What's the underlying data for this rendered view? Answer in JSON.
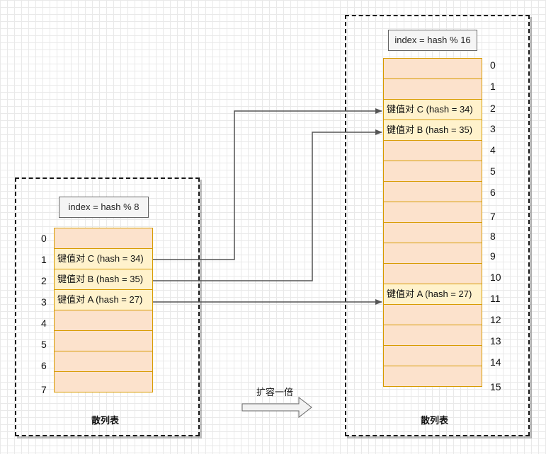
{
  "left": {
    "formula": "index = hash % 8",
    "caption": "散列表",
    "rows": [
      {
        "index": "0",
        "label": ""
      },
      {
        "index": "1",
        "label": "键值对 C (hash = 34)"
      },
      {
        "index": "2",
        "label": "键值对 B (hash = 35)"
      },
      {
        "index": "3",
        "label": "键值对 A (hash = 27)"
      },
      {
        "index": "4",
        "label": ""
      },
      {
        "index": "5",
        "label": ""
      },
      {
        "index": "6",
        "label": ""
      },
      {
        "index": "7",
        "label": ""
      }
    ]
  },
  "right": {
    "formula": "index = hash % 16",
    "caption": "散列表",
    "rows": [
      {
        "index": "0",
        "label": ""
      },
      {
        "index": "1",
        "label": ""
      },
      {
        "index": "2",
        "label": "键值对 C (hash = 34)"
      },
      {
        "index": "3",
        "label": "键值对 B (hash = 35)"
      },
      {
        "index": "4",
        "label": ""
      },
      {
        "index": "5",
        "label": ""
      },
      {
        "index": "6",
        "label": ""
      },
      {
        "index": "7",
        "label": ""
      },
      {
        "index": "8",
        "label": ""
      },
      {
        "index": "9",
        "label": ""
      },
      {
        "index": "10",
        "label": ""
      },
      {
        "index": "11",
        "label": "键值对 A (hash = 27)"
      },
      {
        "index": "12",
        "label": ""
      },
      {
        "index": "13",
        "label": ""
      },
      {
        "index": "14",
        "label": ""
      },
      {
        "index": "15",
        "label": ""
      }
    ]
  },
  "expand_label": "扩容一倍",
  "mappings": [
    {
      "from": 1,
      "to": 2
    },
    {
      "from": 2,
      "to": 3
    },
    {
      "from": 3,
      "to": 11
    }
  ],
  "colors": {
    "empty_cell": "#fce2cc",
    "kv_cell": "#fff2cc",
    "cell_border": "#d79b00",
    "connector": "#555555"
  }
}
